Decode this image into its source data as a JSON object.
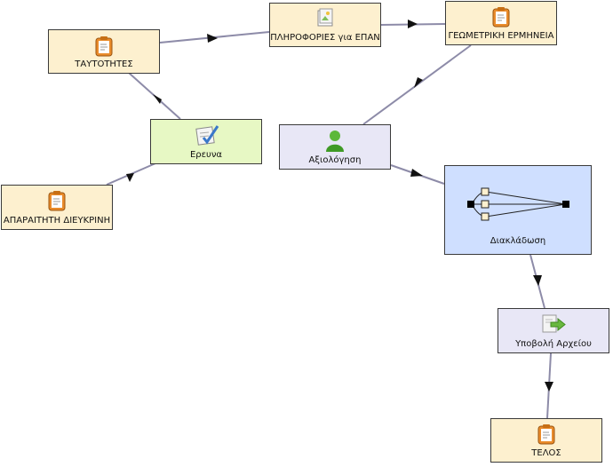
{
  "nodes": {
    "tautotites": {
      "label": "ΤΑΥΤΟΤΗΤΕΣ",
      "icon": "clipboard-icon"
    },
    "plirofories": {
      "label": "ΠΛΗΡΟΦΟΡΙΕΣ για ΕΠΑΝ",
      "icon": "image-document-icon"
    },
    "geometriki": {
      "label": "ΓΕΩΜΕΤΡΙΚΗ ΕΡΜΗΝΕΙΑ",
      "icon": "clipboard-icon"
    },
    "erevna": {
      "label": "Ερευνα",
      "icon": "checklist-icon"
    },
    "axiologisi": {
      "label": "Αξιολόγηση",
      "icon": "user-icon"
    },
    "aparaititi": {
      "label": "ΑΠΑΡΑΙΤΗΤΗ ΔΙΕΥΚΡΙΝΗ",
      "icon": "clipboard-icon"
    },
    "diaklados": {
      "label": "Διακλάδωση",
      "icon": "branch-gateway-icon"
    },
    "ypovoli": {
      "label": "Υποβολή Αρχείου",
      "icon": "submit-document-icon"
    },
    "telos": {
      "label": "ΤΕΛΟΣ",
      "icon": "clipboard-icon"
    }
  },
  "edges": [
    {
      "from": "erevna",
      "to": "tautotites"
    },
    {
      "from": "tautotites",
      "to": "plirofories"
    },
    {
      "from": "plirofories",
      "to": "geometriki"
    },
    {
      "from": "geometriki",
      "to": "axiologisi"
    },
    {
      "from": "aparaititi",
      "to": "erevna"
    },
    {
      "from": "axiologisi",
      "to": "diaklados"
    },
    {
      "from": "diaklados",
      "to": "ypovoli"
    },
    {
      "from": "ypovoli",
      "to": "telos"
    }
  ],
  "colors": {
    "task": "#fdf0cf",
    "start": "#e7f8c4",
    "human": "#e8e7f6",
    "gateway": "#cfdfff",
    "edge": "#8d8ba8"
  }
}
